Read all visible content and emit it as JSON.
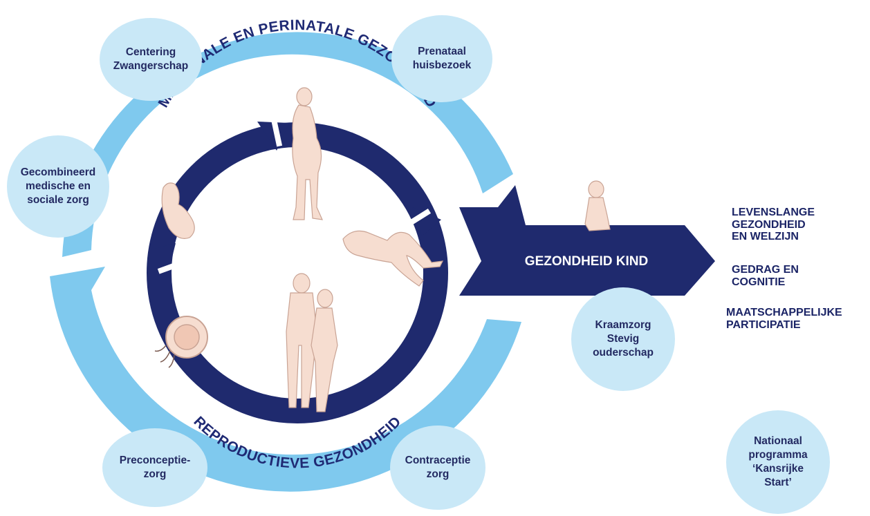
{
  "arcs": {
    "top": "MATERNALE EN PERINATALE GEZONDHEID",
    "bottom": "REPRODUCTIEVE GEZONDHEID"
  },
  "arrow_label": "GEZONDHEID KIND",
  "bubbles": {
    "centering": "Centering\nZwangerschap",
    "prenataal": "Prenataal\nhuisbezoek",
    "gecombineerd": "Gecombineerd\nmedische en\nsociale zorg",
    "kraamzorg": "Kraamzorg\nStevig\nouderschap",
    "preconceptie": "Preconceptie-\nzorg",
    "contraceptie": "Contraceptie\nzorg",
    "nationaal": "Nationaal\nprogramma\n‘Kansrijke\nStart’"
  },
  "outcomes": {
    "levenslange": "LEVENSLANGE\nGEZONDHEID\n EN WELZIJN",
    "gedrag": "GEDRAG EN\nCOGNITIE",
    "maatschappelijke": "MAATSCHAPPELIJKE\nPARTICIPATIE"
  },
  "colors": {
    "light_ring": "#7fc9ee",
    "dark_ring": "#1f2a6e",
    "bubble": "#c9e8f7",
    "text": "#1f2a74",
    "figure": "#f6ddd0"
  }
}
